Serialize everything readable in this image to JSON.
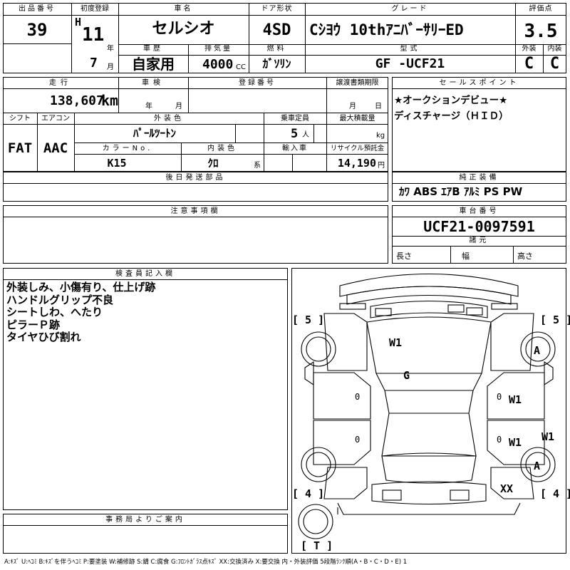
{
  "headers": {
    "lot_number": "出品番号",
    "first_reg": "初度登録",
    "car_name": "車名",
    "door": "ドア形状",
    "grade": "グレード",
    "score": "評価点",
    "history": "車歴",
    "displacement": "排気量",
    "fuel": "燃料",
    "model": "型式",
    "exterior": "外装",
    "interior": "内装",
    "mileage": "走行",
    "inspection": "車検",
    "reg_no": "登録番号",
    "doc_deadline": "譲渡書類期限",
    "shift": "シフト",
    "aircon": "エアコン",
    "ext_color": "外装色",
    "capacity": "乗車定員",
    "max_load": "最大積載量",
    "color_no": "カラーNo.",
    "int_color": "内装色",
    "import": "輸入車",
    "recycle": "リサイクル預託金",
    "later_parts": "後日発送部品",
    "notes": "注意事項欄",
    "sales_point": "セールスポイント",
    "genuine": "純正装備",
    "chassis": "車台番号",
    "specs": "諸元",
    "inspector": "検査員記入欄",
    "office": "事務局よりご案内"
  },
  "vehicle": {
    "lot_number": "39",
    "era": "H",
    "year": "11",
    "year_unit": "年",
    "month": "7",
    "month_unit": "月",
    "car_name": "セルシオ",
    "door": "4SD",
    "grade": "Cｼﾖｳ 10thｱﾆﾊﾞｰｻﾘｰED",
    "score": "3.5",
    "history": "自家用",
    "displacement": "4000",
    "cc_unit": "CC",
    "fuel": "ｶﾞｿﾘﾝ",
    "model": "GF -UCF21",
    "exterior": "C",
    "interior": "C",
    "mileage": "138,607",
    "km_unit": "km",
    "insp_year_unit": "年",
    "insp_month_unit": "月",
    "doc_month_unit": "月",
    "doc_day_unit": "日",
    "shift": "FAT",
    "aircon": "AAC",
    "ext_color": "ﾊﾟｰﾙﾂｰﾄﾝ",
    "capacity": "5",
    "person_unit": "人",
    "kg_unit": "kg",
    "color_no": "K15",
    "int_color": "ｸﾛ",
    "kei_unit": "系",
    "recycle": "14,190",
    "yen_unit": "円",
    "chassis": "UCF21-0097591",
    "length_label": "長さ",
    "width_label": "幅",
    "height_label": "高さ"
  },
  "sales_points": [
    "★オークションデビュー★",
    "ディスチャージ（ＨＩＤ）"
  ],
  "genuine_equipment": "ｶﾜ ABS ｴｱB ｱﾙﾐ PS PW",
  "inspector_remarks": [
    "外装しみ、小傷有り、仕上げ跡",
    "ハンドルグリップ不良",
    "シートしわ、へたり",
    "ピラーＰ跡",
    "タイヤひび割れ"
  ],
  "diagram_labels": {
    "tl": "[ 5 ]",
    "tr": "[ 5 ]",
    "bl": "[ 4 ]",
    "br": "[ 4 ]",
    "t": "[ T ]",
    "w1_hood": "W1",
    "g_roof": "G",
    "a_front": "A",
    "a_rear": "A",
    "w1_door_front": "W1",
    "w1_door_rear": "W1",
    "w1_pillar": "W1",
    "xx": "XX",
    "zero_l1": "0",
    "zero_l2": "0"
  },
  "legend": "A:ｷｽﾞ U:ﾍｺﾐ B:ｷｽﾞを伴うﾍｺﾐ P:要塗装 W:補修跡 S:錆 C:腐食 G:ﾌﾛﾝﾄｶﾞﾗｽ点ｷｽﾞ XX:交換済み X:要交換 内・外装評価 5段階ﾗﾝｸ順(A・B・C・D・E) 1"
}
